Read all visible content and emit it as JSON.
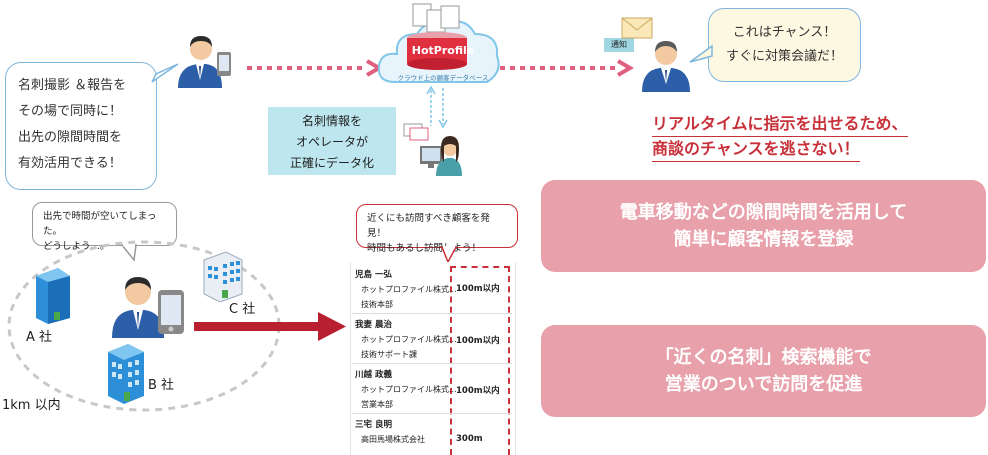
{
  "left_bubble": {
    "lines": [
      "名刺撮影 ＆報告を",
      "その場で同時に！",
      "出先の隙間時間を",
      "有効活用できる！"
    ]
  },
  "cloud": {
    "logo": "HotProfile",
    "caption": "クラウド上の顧客データベース"
  },
  "notify_label": "通知",
  "right_bubble": {
    "lines": [
      "これはチャンス！",
      "すぐに対策会議だ！"
    ]
  },
  "operator_box": {
    "lines": [
      "名刺情報を",
      "オペレータが",
      "正確にデータ化"
    ]
  },
  "realtime_text": {
    "lines": [
      "リアルタイムに指示を出せるため、",
      "商談のチャンスを逃さない！"
    ]
  },
  "gray_bubble": {
    "lines": [
      "出先で時間が空いてしまった。",
      "どうしよう…。"
    ]
  },
  "red_bubble": {
    "lines": [
      "近くにも訪問すべき顧客を発見！",
      "時間もあるし訪問しよう！"
    ]
  },
  "companies": {
    "a": "A 社",
    "b": "B 社",
    "c": "C 社"
  },
  "radius_label": "1km 以内",
  "list": [
    {
      "name": "児島 一弘",
      "company": "ホットプロファイル株式...",
      "dept": "技術本部",
      "distance": "100m以内"
    },
    {
      "name": "我妻 晨治",
      "company": "ホットプロファイル株式...",
      "dept": "技術サポート課",
      "distance": "100m以内"
    },
    {
      "name": "川越 政義",
      "company": "ホットプロファイル株式...",
      "dept": "営業本部",
      "distance": "100m以内"
    },
    {
      "name": "三宅 良明",
      "company": "高田馬場株式会社",
      "dept": "",
      "distance": "300m"
    }
  ],
  "feature_boxes": [
    {
      "lines": [
        "電車移動などの隙間時間を活用して",
        "簡単に顧客情報を登録"
      ]
    },
    {
      "lines": [
        "「近くの名刺」検索機能で",
        "営業のついで訪問を促進"
      ]
    }
  ],
  "colors": {
    "accent_red": "#c8303a",
    "pink": "#e8a0aa",
    "light_blue": "#9fd6e2",
    "bubble_border": "#7fb6dd"
  }
}
